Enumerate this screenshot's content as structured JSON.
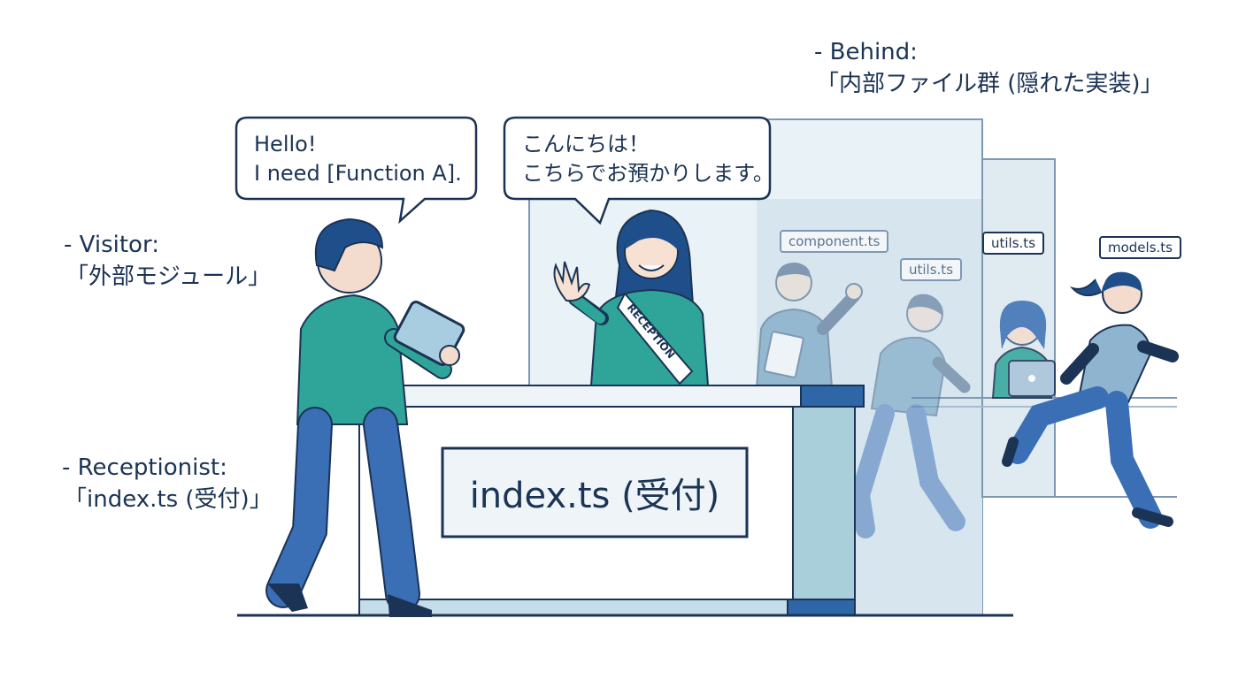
{
  "labels": {
    "visitor_title": "- Visitor:",
    "visitor_desc": "「外部モジュール」",
    "receptionist_title": "- Receptionist:",
    "receptionist_desc": "「index.ts (受付)」",
    "behind_title": "- Behind:",
    "behind_desc": "「内部ファイル群 (隠れた実装)」"
  },
  "visitor_bubble": {
    "line1": "Hello!",
    "line2": "I need [Function A]."
  },
  "receptionist_bubble": {
    "line1": "こんにちは！",
    "line2": "こちらでお預かりします。"
  },
  "sash_text": "RECEPTION",
  "desk_sign": "index.ts (受付)",
  "files": [
    "component.ts",
    "utils.ts",
    "utils.ts",
    "models.ts"
  ],
  "colors": {
    "outline": "#1b3354",
    "teal": "#2fa59a",
    "blue": "#3a6eb5",
    "pale": "#d5e5ed"
  }
}
